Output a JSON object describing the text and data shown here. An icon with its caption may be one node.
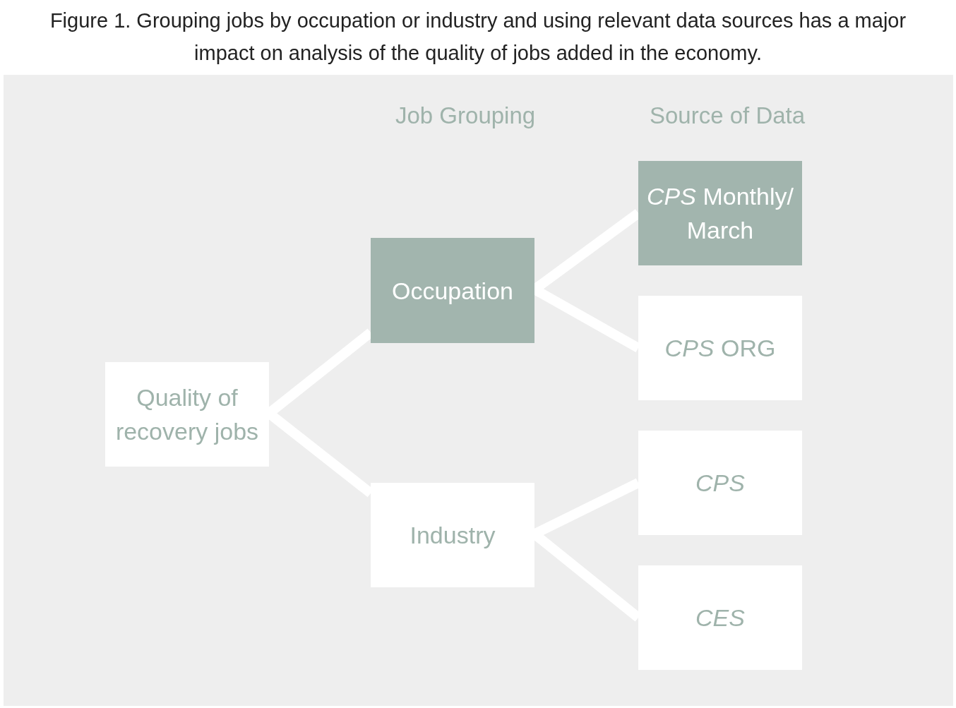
{
  "diagram": {
    "title": "Figure 1. Grouping jobs by occupation or industry and using relevant data sources has a major impact on analysis of the quality of jobs added in the economy.",
    "nodes": [
      {
        "text": [
          "Quality of recovery jobs"
        ]
      },
      {
        "text": [
          "Occupation"
        ]
      },
      {
        "text": [
          "Industry"
        ]
      },
      {
        "text": [
          "*CPS* Monthly/ March"
        ]
      },
      {
        "text": [
          "*CPS* ORG"
        ]
      },
      {
        "text": [
          "CPS"
        ]
      },
      {
        "text": [
          "CES"
        ]
      }
    ],
    "edges": [
      {
        "from": 0,
        "to": 1,
        "arrow": "none"
      },
      {
        "from": 0,
        "to": 2,
        "arrow": "none"
      },
      {
        "from": 1,
        "to": 3,
        "arrow": "none"
      },
      {
        "from": 1,
        "to": 4,
        "arrow": "none"
      },
      {
        "from": 2,
        "to": 5,
        "arrow": "none"
      },
      {
        "from": 2,
        "to": 6,
        "arrow": "none"
      }
    ],
    "labels": [
      "Job Grouping",
      "Source of Data"
    ]
  }
}
